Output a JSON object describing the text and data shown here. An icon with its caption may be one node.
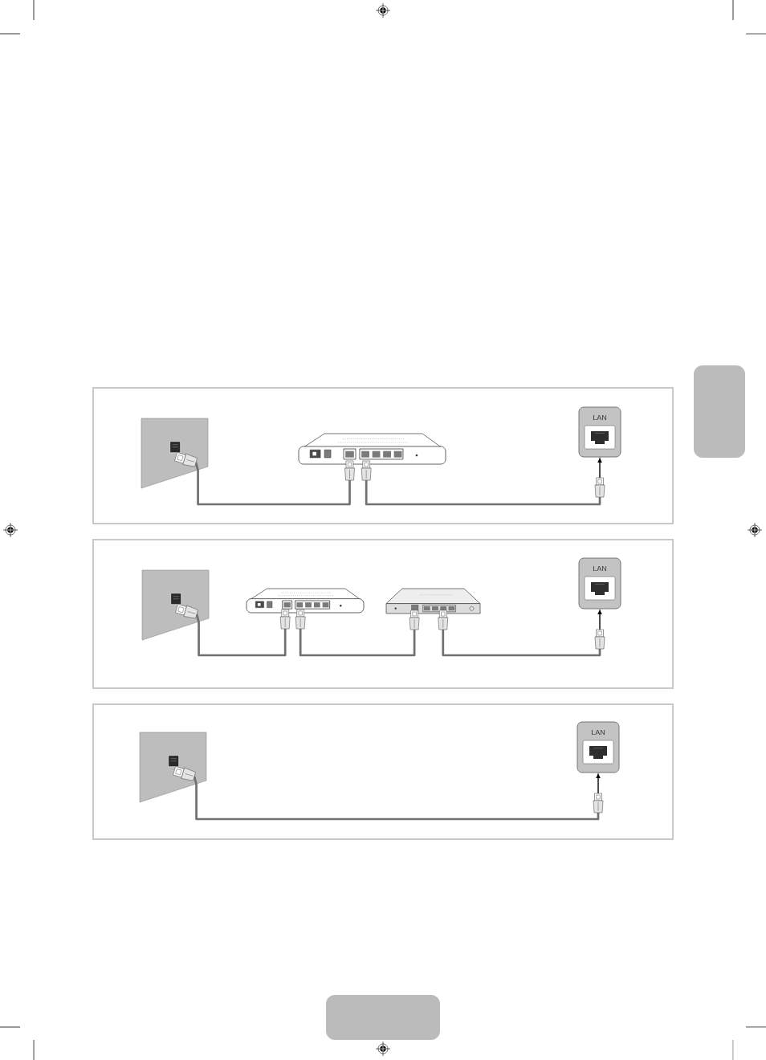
{
  "diagram": {
    "nodes": [
      {
        "text": [],
        "shape": "box"
      },
      {
        "text": [],
        "shape": "box"
      },
      {
        "text": [],
        "shape": "picture",
        "in": 1
      },
      {
        "text": [],
        "shape": "picture",
        "in": 1
      },
      {
        "text": [
          "LAN"
        ],
        "in": 1
      },
      {
        "text": [],
        "shape": "box"
      },
      {
        "text": [],
        "shape": "picture",
        "in": 5
      },
      {
        "text": [],
        "shape": "picture",
        "in": 5
      },
      {
        "text": [],
        "shape": "picture",
        "in": 5
      },
      {
        "text": [
          "LAN"
        ],
        "in": 5
      },
      {
        "text": [],
        "shape": "box"
      },
      {
        "text": [],
        "shape": "picture",
        "in": 10
      },
      {
        "text": [
          "LAN"
        ],
        "in": 10
      },
      {
        "text": [],
        "shape": "box"
      }
    ],
    "edges": [
      {
        "from": 2,
        "to": 3,
        "arrow": "other"
      },
      {
        "from": 3,
        "to": 4,
        "arrow": "to"
      },
      {
        "from": 6,
        "to": 7,
        "arrow": "other"
      },
      {
        "from": 7,
        "to": 8,
        "arrow": "other"
      },
      {
        "from": 8,
        "to": 9,
        "arrow": "to"
      },
      {
        "from": 11,
        "to": 12,
        "arrow": "to"
      }
    ]
  }
}
